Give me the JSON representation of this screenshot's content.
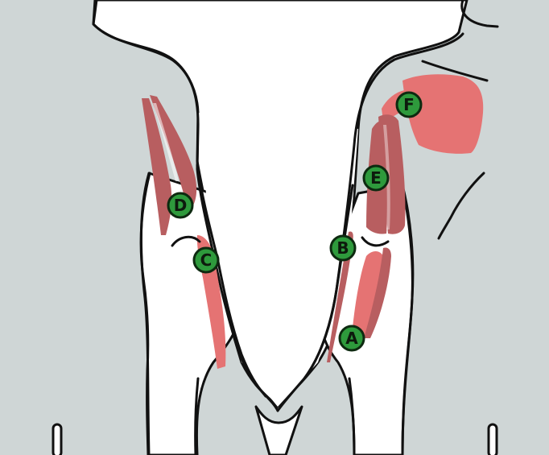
{
  "diagram": {
    "colors": {
      "background": "#cfd6d6",
      "skin": "#ffffff",
      "muscle_dark": "#b85e60",
      "muscle_light": "#e57373",
      "label_fill": "#2e9a3c",
      "label_text": "#0d1a0d"
    },
    "labels": [
      {
        "id": "A",
        "text": "A"
      },
      {
        "id": "B",
        "text": "B"
      },
      {
        "id": "C",
        "text": "C"
      },
      {
        "id": "D",
        "text": "D"
      },
      {
        "id": "E",
        "text": "E"
      },
      {
        "id": "F",
        "text": "F"
      }
    ]
  }
}
